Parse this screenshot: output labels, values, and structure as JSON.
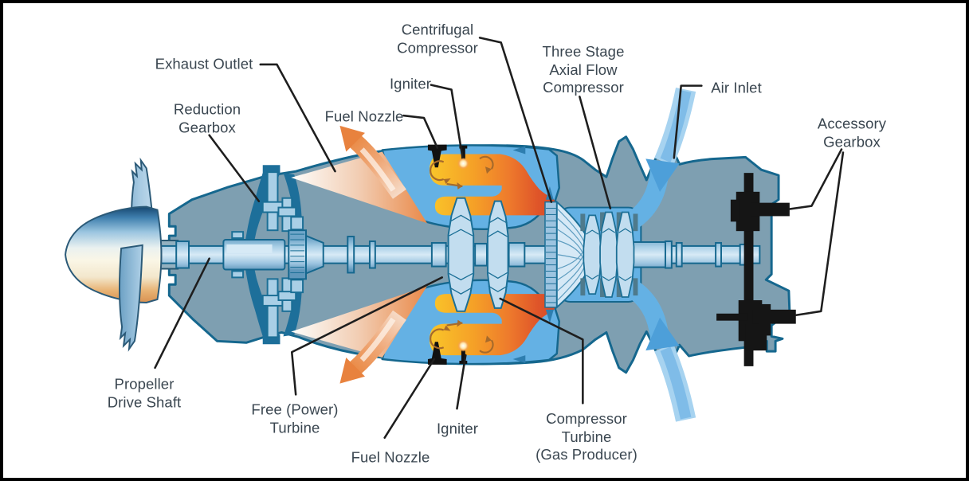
{
  "labels": {
    "exhaust_outlet": "Exhaust Outlet",
    "reduction_gearbox": "Reduction\nGearbox",
    "fuel_nozzle_top": "Fuel Nozzle",
    "igniter_top": "Igniter",
    "centrifugal_compressor": "Centrifugal\nCompressor",
    "three_stage_axial_flow_compressor": "Three Stage\nAxial Flow\nCompressor",
    "air_inlet": "Air Inlet",
    "accessory_gearbox": "Accessory\nGearbox",
    "propeller_drive_shaft": "Propeller\nDrive Shaft",
    "free_power_turbine": "Free (Power)\nTurbine",
    "fuel_nozzle_bottom": "Fuel Nozzle",
    "igniter_bottom": "Igniter",
    "compressor_turbine": "Compressor\nTurbine\n(Gas Producer)"
  },
  "colors": {
    "casing": "#7E9FB1",
    "outline_teal": "#15678E",
    "internals_teal": "#1D6F9A",
    "flow_blue": "#64B1E4",
    "part_blue": "#C2DDEF",
    "shaft_blue": "#A9CFE6",
    "combustor_yellow": "#F9C62A",
    "combustor_orange": "#EE7B2C",
    "combustor_red": "#D44A28",
    "exhaust_arrow_orange": "#E8823E",
    "inlet_arrow_blue": "#4D9FD9",
    "accessory_black": "#151515",
    "label_text": "#3A4650",
    "leader_line": "#1E1E1E"
  }
}
